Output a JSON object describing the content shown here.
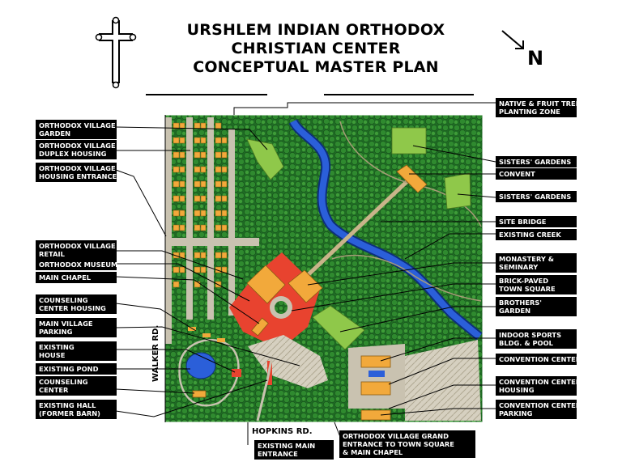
{
  "title": {
    "line1": "URSHLEM INDIAN ORTHODOX",
    "line2": "CHRISTIAN CENTER",
    "line3": "CONCEPTUAL MASTER PLAN"
  },
  "north_label": "N",
  "roads": {
    "walker": "WALKER RD.",
    "hopkins": "HOPKINS RD."
  },
  "labels_left": [
    {
      "line1": "ORTHODOX VILLAGE",
      "line2": "GARDEN"
    },
    {
      "line1": "ORTHODOX VILLAGE",
      "line2": "DUPLEX HOUSING"
    },
    {
      "line1": "ORTHODOX VILLAGE",
      "line2": "HOUSING ENTRANCE"
    },
    {
      "line1": "ORTHODOX VILLAGE",
      "line2": "RETAIL"
    },
    {
      "line1": "ORTHODOX MUSEUM",
      "line2": ""
    },
    {
      "line1": "MAIN CHAPEL",
      "line2": ""
    },
    {
      "line1": "COUNSELING",
      "line2": "CENTER HOUSING"
    },
    {
      "line1": "MAIN VILLAGE",
      "line2": "PARKING"
    },
    {
      "line1": "EXISTING",
      "line2": "HOUSE"
    },
    {
      "line1": "EXISTING POND",
      "line2": ""
    },
    {
      "line1": "COUNSELING",
      "line2": "CENTER"
    },
    {
      "line1": "EXISTING HALL",
      "line2": "(FORMER BARN)"
    }
  ],
  "labels_right": [
    {
      "line1": "NATIVE & FRUIT TREE",
      "line2": "PLANTING ZONE"
    },
    {
      "line1": "SISTERS' GARDENS",
      "line2": ""
    },
    {
      "line1": "CONVENT",
      "line2": ""
    },
    {
      "line1": "SISTERS' GARDENS",
      "line2": ""
    },
    {
      "line1": "SITE BRIDGE",
      "line2": ""
    },
    {
      "line1": "EXISTING CREEK",
      "line2": ""
    },
    {
      "line1": "MONASTERY &",
      "line2": "SEMINARY"
    },
    {
      "line1": "BRICK-PAVED",
      "line2": "TOWN SQUARE"
    },
    {
      "line1": "BROTHERS'",
      "line2": "GARDEN"
    },
    {
      "line1": "INDOOR SPORTS",
      "line2": "BLDG. & POOL"
    },
    {
      "line1": "CONVENTION CENTER",
      "line2": ""
    },
    {
      "line1": "CONVENTION CENTER",
      "line2": "HOUSING"
    },
    {
      "line1": "CONVENTION CENTER",
      "line2": "PARKING"
    }
  ],
  "labels_bottom": [
    {
      "line1": "EXISTING MAIN",
      "line2": "ENTRANCE"
    },
    {
      "line1": "ORTHODOX VILLAGE GRAND",
      "line2": "ENTRANCE TO TOWN SQUARE",
      "line3": "& MAIN CHAPEL"
    }
  ],
  "colors": {
    "forest": "#1f6b24",
    "tree": "#2f8a2f",
    "lawn": "#8fc84a",
    "building": "#f2a93b",
    "plaza": "#e8432f",
    "road": "#c9c2b0",
    "creek": "#2b5fd9",
    "label_bg": "#000000",
    "label_text": "#ffffff"
  }
}
